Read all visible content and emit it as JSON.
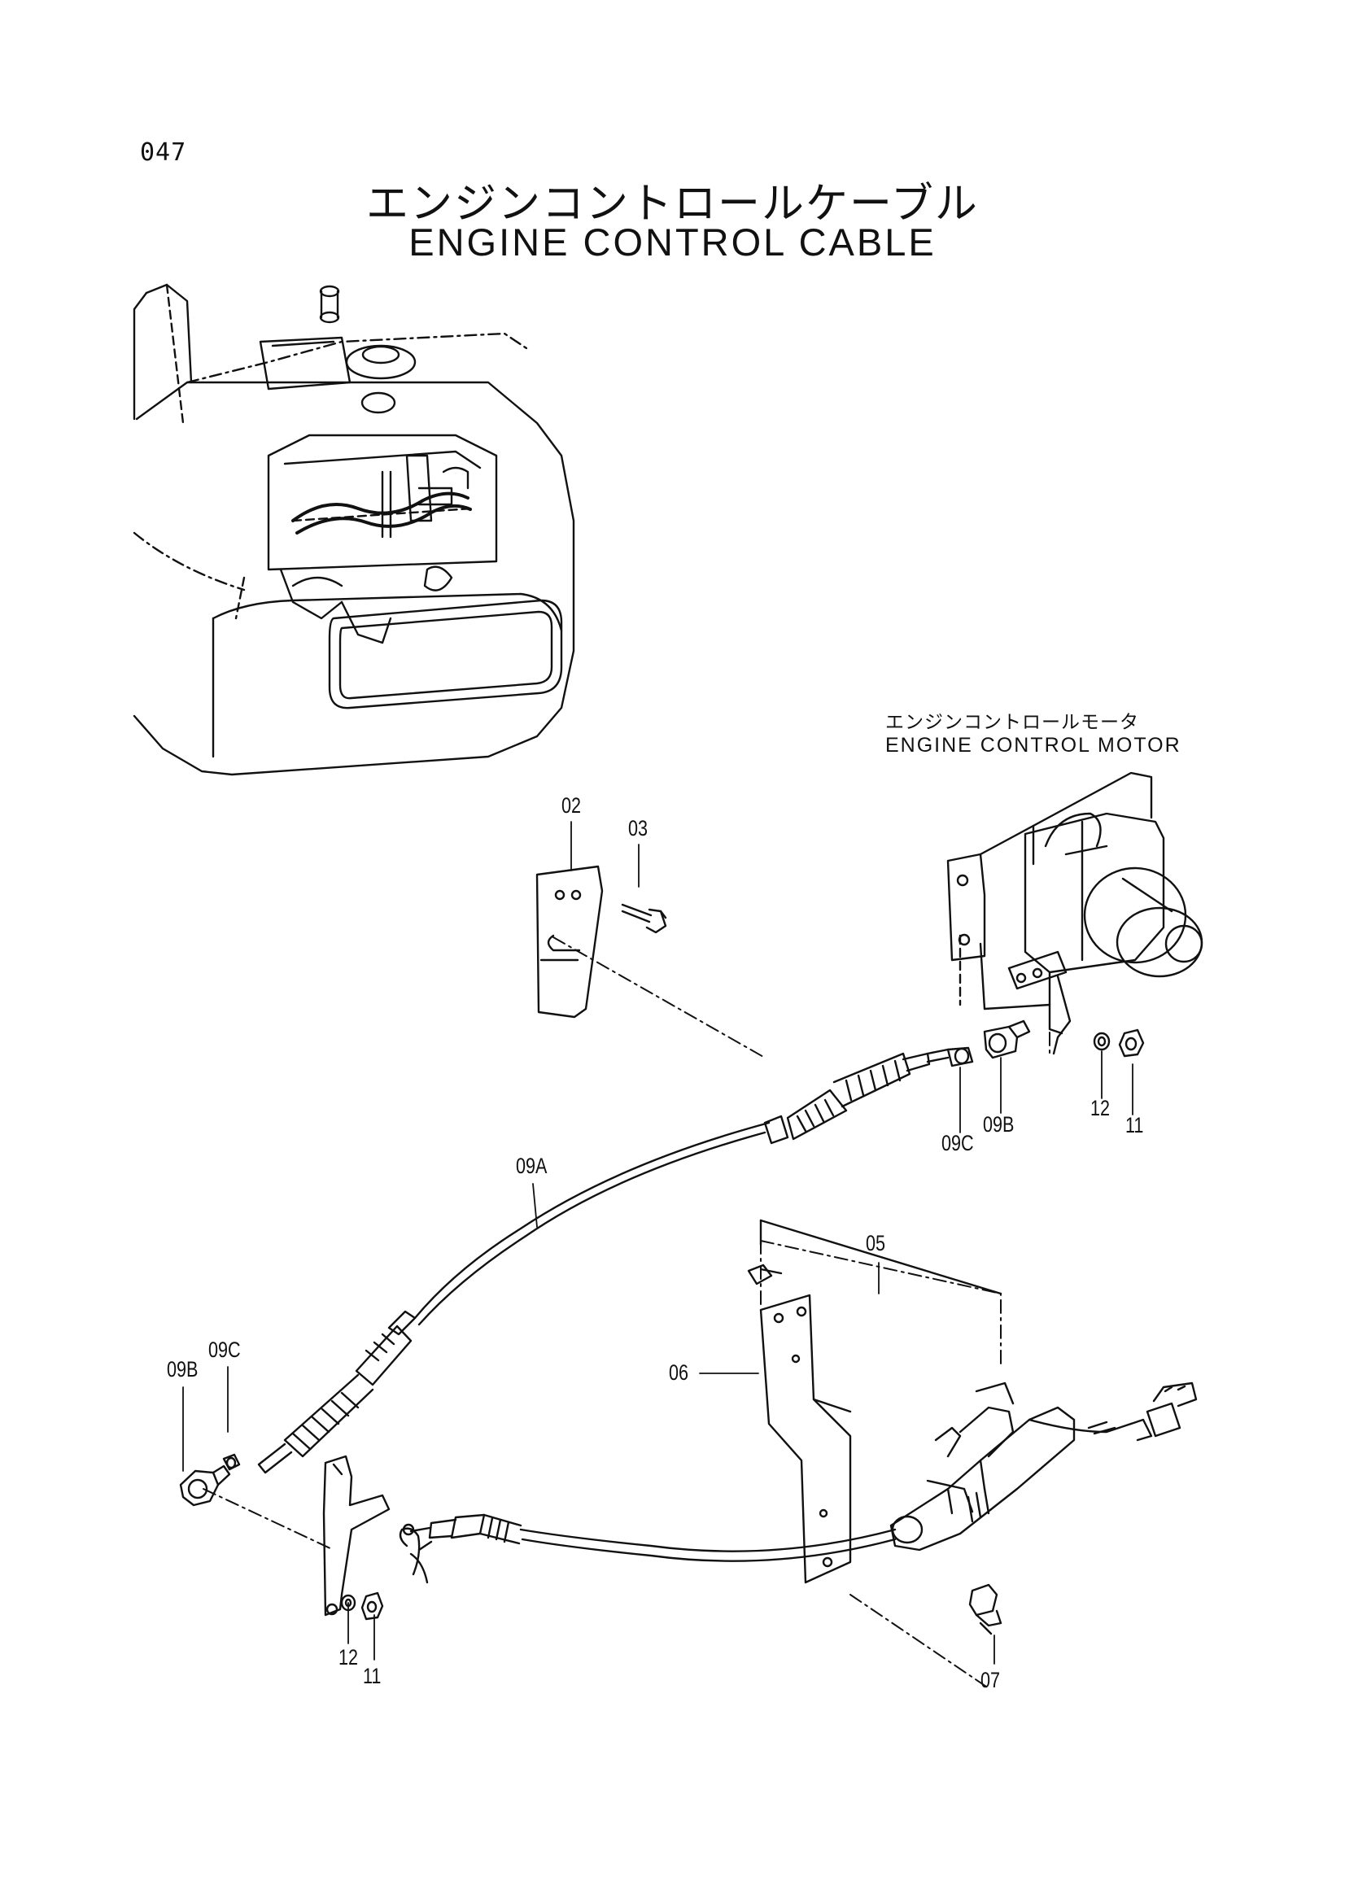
{
  "page": {
    "number": "047",
    "title_jp": "エンジンコントロールケーブル",
    "title_en": "ENGINE CONTROL CABLE"
  },
  "motor_label": {
    "jp": "エンジンコントロールモータ",
    "en": "ENGINE CONTROL MOTOR"
  },
  "callouts": {
    "p02": "02",
    "p03": "03",
    "p05": "05",
    "p06": "06",
    "p07": "07",
    "p09A": "09A",
    "p09B_right": "09B",
    "p09C_right": "09C",
    "p09B_left": "09B",
    "p09C_left": "09C",
    "p12_right": "12",
    "p11_right": "11",
    "p12_left": "12",
    "p11_left": "11"
  }
}
